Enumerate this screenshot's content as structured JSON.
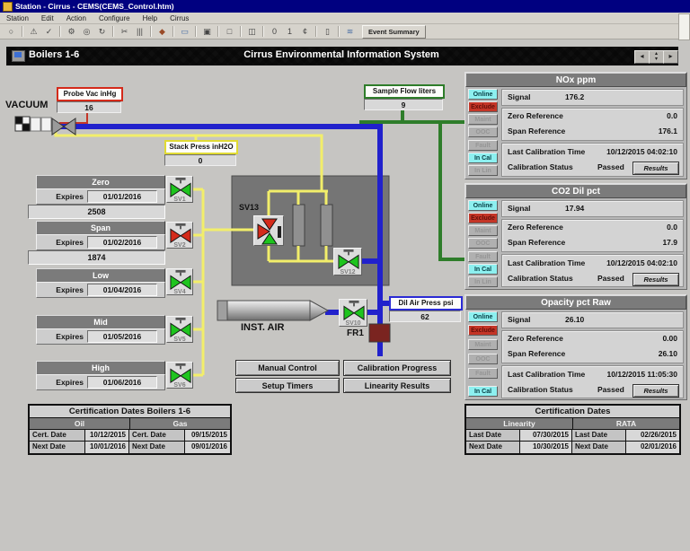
{
  "window": {
    "title": "Station - Cirrus - CEMS(CEMS_Control.htm)"
  },
  "menubar": {
    "items": [
      "Station",
      "Edit",
      "Action",
      "Configure",
      "Help",
      "Cirrus"
    ]
  },
  "toolbar": {
    "icons": [
      {
        "name": "power",
        "glyph": "○"
      },
      {
        "name": "alarm",
        "glyph": "⚠"
      },
      {
        "name": "acknowledge",
        "glyph": "✓"
      },
      {
        "name": "settings",
        "glyph": "⚙"
      },
      {
        "name": "display",
        "glyph": "◎"
      },
      {
        "name": "refresh",
        "glyph": "↻"
      },
      {
        "name": "detach",
        "glyph": "✂"
      },
      {
        "name": "trend",
        "glyph": "|||"
      },
      {
        "name": "alert",
        "glyph": "◆"
      },
      {
        "name": "message",
        "glyph": "▭"
      },
      {
        "name": "window",
        "glyph": "▣"
      },
      {
        "name": "page",
        "glyph": "□"
      },
      {
        "name": "split-view",
        "glyph": "◫"
      },
      {
        "name": "format-0",
        "glyph": "0"
      },
      {
        "name": "format-1",
        "glyph": "1"
      },
      {
        "name": "format-c",
        "glyph": "¢"
      },
      {
        "name": "card",
        "glyph": "▯"
      },
      {
        "name": "upload",
        "glyph": "≋"
      }
    ],
    "event_summary": "Event Summary"
  },
  "header": {
    "page_title": "Boilers 1-6",
    "system_title": "Cirrus Environmental Information System"
  },
  "labels": {
    "vacuum": "VACUUM",
    "inst_air": "INST. AIR",
    "fr1": "FR1",
    "signal": "Signal",
    "zero_reference": "Zero Reference",
    "span_reference": "Span Reference",
    "last_calibration_time": "Last Calibration Time",
    "calibration_status": "Calibration Status",
    "results": "Results",
    "expires": "Expires"
  },
  "indicators": {
    "probe_vac": {
      "label": "Probe Vac inHg",
      "value": "16"
    },
    "stack_press": {
      "label": "Stack Press inH2O",
      "value": "0"
    },
    "sample_flow": {
      "label": "Sample Flow liters",
      "value": "9"
    },
    "dil_air_press": {
      "label": "Dil Air Press psi",
      "value": "62"
    }
  },
  "analyzers": [
    {
      "title": "NOx ppm",
      "signal": "176.2",
      "zero_reference": "0.0",
      "span_reference": "176.1",
      "last_calibration_time": "10/12/2015 04:02:10",
      "calibration_status": "Passed",
      "statuses": [
        {
          "label": "Online",
          "state": "cyan"
        },
        {
          "label": "Exclude",
          "state": "red"
        },
        {
          "label": "Maint",
          "state": "off"
        },
        {
          "label": "OOC",
          "state": "off"
        },
        {
          "label": "Fault",
          "state": "off"
        },
        {
          "label": "In Cal",
          "state": "cyan"
        },
        {
          "label": "In Lin",
          "state": "off"
        }
      ]
    },
    {
      "title": "CO2 Dil pct",
      "signal": "17.94",
      "zero_reference": "0.0",
      "span_reference": "17.9",
      "last_calibration_time": "10/12/2015 04:02:10",
      "calibration_status": "Passed",
      "statuses": [
        {
          "label": "Online",
          "state": "cyan"
        },
        {
          "label": "Exclude",
          "state": "red"
        },
        {
          "label": "Maint",
          "state": "off"
        },
        {
          "label": "OOC",
          "state": "off"
        },
        {
          "label": "Fault",
          "state": "off"
        },
        {
          "label": "In Cal",
          "state": "cyan"
        },
        {
          "label": "In Lin",
          "state": "off"
        }
      ]
    },
    {
      "title": "Opacity pct Raw",
      "signal": "26.10",
      "zero_reference": "0.00",
      "span_reference": "26.10",
      "last_calibration_time": "10/12/2015 11:05:30",
      "calibration_status": "Passed",
      "statuses": [
        {
          "label": "Online",
          "state": "cyan"
        },
        {
          "label": "Exclude",
          "state": "red"
        },
        {
          "label": "Maint",
          "state": "off"
        },
        {
          "label": "OOC",
          "state": "off"
        },
        {
          "label": "Fault",
          "state": "off"
        },
        {
          "label": "In Cal",
          "state": "cyan"
        }
      ]
    }
  ],
  "cal_gases": [
    {
      "name": "Zero",
      "expires": "01/01/2016",
      "value": "2508",
      "valve": "SV1",
      "state": "open"
    },
    {
      "name": "Span",
      "expires": "01/02/2016",
      "value": "1874",
      "valve": "SV2",
      "state": "closed"
    },
    {
      "name": "Low",
      "expires": "01/04/2016",
      "valve": "SV4",
      "state": "open"
    },
    {
      "name": "Mid",
      "expires": "01/05/2016",
      "valve": "SV5",
      "state": "open"
    },
    {
      "name": "High",
      "expires": "01/06/2016",
      "valve": "SV6",
      "state": "open"
    }
  ],
  "valves": {
    "sv13": "SV13",
    "sv12": "SV12",
    "sv10": "SV10"
  },
  "action_buttons": {
    "manual_control": "Manual Control",
    "setup_timers": "Setup Timers",
    "calibration_progress": "Calibration Progress",
    "linearity_results": "Linearity Results"
  },
  "cert_boilers": {
    "title": "Certification Dates Boilers 1-6",
    "col1": "Oil",
    "col2": "Gas",
    "rows": [
      {
        "l1": "Cert. Date",
        "v1": "10/12/2015",
        "l2": "Cert. Date",
        "v2": "09/15/2015"
      },
      {
        "l1": "Next Date",
        "v1": "10/01/2016",
        "l2": "Next Date",
        "v2": "09/01/2016"
      }
    ]
  },
  "cert_dates": {
    "title": "Certification Dates",
    "col1": "Linearity",
    "col2": "RATA",
    "rows": [
      {
        "l1": "Last Date",
        "v1": "07/30/2015",
        "l2": "Last Date",
        "v2": "02/26/2015"
      },
      {
        "l1": "Next Date",
        "v1": "10/30/2015",
        "l2": "Next Date",
        "v2": "02/01/2016"
      }
    ]
  },
  "colors": {
    "pipe_blue": "#2121cc",
    "pipe_green": "#2e7d2a",
    "pipe_yellow": "#f2ee6a",
    "alarm_red": "#c43527",
    "status_cyan": "#8df0f0",
    "titlebar_blue": "#000080"
  }
}
